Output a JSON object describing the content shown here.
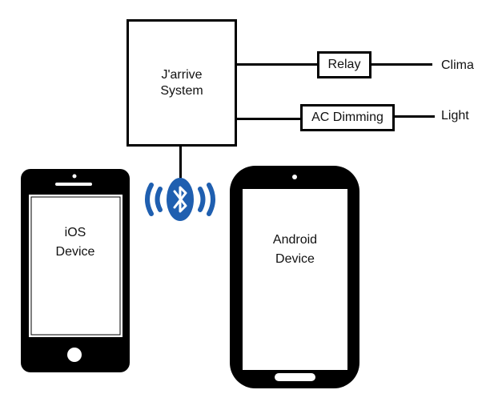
{
  "system": {
    "label": "J'arrive\nSystem"
  },
  "relay": {
    "label": "Relay"
  },
  "dimming": {
    "label": "AC Dimming"
  },
  "outputs": {
    "clima": "Clima",
    "light": "Light"
  },
  "ios": {
    "label": "iOS\nDevice"
  },
  "android": {
    "label": "Android\nDevice"
  },
  "icons": {
    "bluetooth": "bluetooth-icon"
  },
  "colors": {
    "bluetooth": "#1f5fb0",
    "stroke": "#000000",
    "background": "#ffffff"
  }
}
